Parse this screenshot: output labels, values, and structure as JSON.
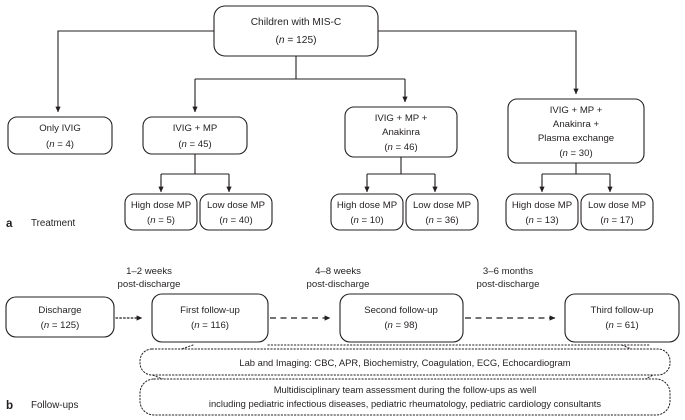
{
  "figure": {
    "panels": [
      {
        "letter": "a",
        "label": "Treatment"
      },
      {
        "letter": "b",
        "label": "Follow-ups"
      }
    ]
  },
  "treatment": {
    "root": {
      "line1": "Children with MIS-C",
      "n_prefix": "(",
      "n_italic": "n",
      "n_value": " = 125)"
    },
    "branches": [
      {
        "id": "only-ivig",
        "lines": [
          "Only IVIG"
        ],
        "n_italic": "n",
        "n_value": " = 4)"
      },
      {
        "id": "ivig-mp",
        "lines": [
          "IVIG + MP"
        ],
        "n_italic": "n",
        "n_value": " = 45)"
      },
      {
        "id": "ivig-mp-anakinra",
        "lines": [
          "IVIG + MP +",
          "Anakinra"
        ],
        "n_italic": "n",
        "n_value": " = 46)"
      },
      {
        "id": "ivig-mp-anakinra-plasma",
        "lines": [
          "IVIG + MP +",
          "Anakinra +",
          "Plasma exchange"
        ],
        "n_italic": "n",
        "n_value": " = 30)"
      }
    ],
    "doses": [
      {
        "id": "dose-high-5",
        "label": "High dose MP",
        "n_italic": "n",
        "n_value": " = 5)"
      },
      {
        "id": "dose-low-40",
        "label": "Low dose MP",
        "n_italic": "n",
        "n_value": " = 40)"
      },
      {
        "id": "dose-high-10",
        "label": "High dose MP",
        "n_italic": "n",
        "n_value": " = 10)"
      },
      {
        "id": "dose-low-36",
        "label": "Low dose MP",
        "n_italic": "n",
        "n_value": " = 36)"
      },
      {
        "id": "dose-high-13",
        "label": "High dose MP",
        "n_italic": "n",
        "n_value": " = 13)"
      },
      {
        "id": "dose-low-17",
        "label": "Low dose MP",
        "n_italic": "n",
        "n_value": " = 17)"
      }
    ]
  },
  "followups": {
    "timeline_labels": [
      {
        "id": "time-1-2-weeks",
        "line1": "1–2 weeks",
        "line2": "post-discharge"
      },
      {
        "id": "time-4-8-weeks",
        "line1": "4–8 weeks",
        "line2": "post-discharge"
      },
      {
        "id": "time-3-6-months",
        "line1": "3–6 months",
        "line2": "post-discharge"
      }
    ],
    "nodes": [
      {
        "id": "discharge",
        "label": "Discharge",
        "n_italic": "n",
        "n_value": " = 125)"
      },
      {
        "id": "first-follow-up",
        "label": "First follow-up",
        "n_italic": "n",
        "n_value": " = 116)"
      },
      {
        "id": "second-follow-up",
        "label": "Second follow-up",
        "n_italic": "n",
        "n_value": " = 98)"
      },
      {
        "id": "third-follow-up",
        "label": "Third follow-up",
        "n_italic": "n",
        "n_value": " = 61)"
      }
    ],
    "notes": [
      {
        "id": "lab-imaging-note",
        "lines": [
          "Lab and Imaging: CBC, APR, Biochemistry, Coagulation, ECG, Echocardiogram"
        ]
      },
      {
        "id": "multidisciplinary-note",
        "lines": [
          "Multidisciplinary team assessment during the follow-ups as well",
          "including pediatric infectious diseases, pediatric rheumatology, pediatric cardiology consultants"
        ]
      }
    ]
  },
  "colors": {
    "ink": "#231f20",
    "background": "#ffffff"
  }
}
